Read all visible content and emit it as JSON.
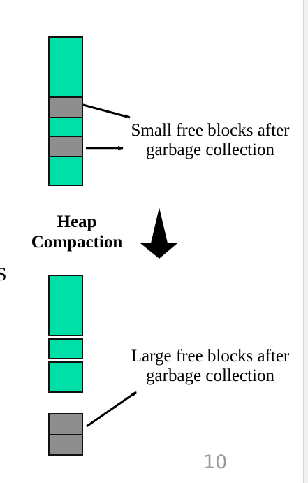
{
  "labels": {
    "small_free": [
      "Small free blocks after",
      "garbage collection"
    ],
    "large_free": [
      "Large free blocks after",
      "garbage collection"
    ],
    "heap_compaction": [
      "Heap",
      "Compaction"
    ],
    "partial_letter": "S"
  },
  "page_number": "10",
  "colors": {
    "used_block": "#00dfa8",
    "free_block": "#8e8e8e",
    "outline": "#111111",
    "page_number": "#9a9a9a"
  }
}
